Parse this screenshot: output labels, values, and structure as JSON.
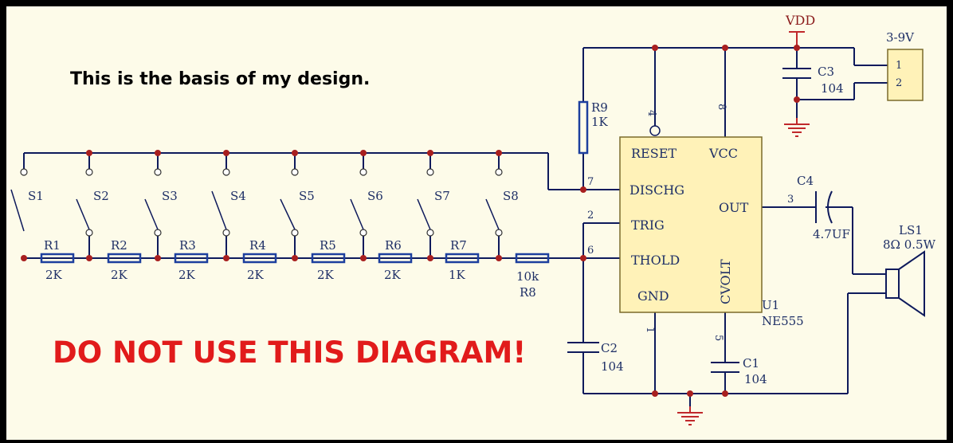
{
  "note": "This is the basis of my design.",
  "warning": "DO NOT USE THIS DIAGRAM!",
  "supply": {
    "vdd": "VDD",
    "range": "3-9V",
    "pin1": "1",
    "pin2": "2"
  },
  "switches": [
    "S1",
    "S2",
    "S3",
    "S4",
    "S5",
    "S6",
    "S7",
    "S8"
  ],
  "resistors": [
    {
      "name": "R1",
      "value": "2K"
    },
    {
      "name": "R2",
      "value": "2K"
    },
    {
      "name": "R3",
      "value": "2K"
    },
    {
      "name": "R4",
      "value": "2K"
    },
    {
      "name": "R5",
      "value": "2K"
    },
    {
      "name": "R6",
      "value": "2K"
    },
    {
      "name": "R7",
      "value": "1K"
    }
  ],
  "r8": {
    "name": "R8",
    "value": "10k"
  },
  "r9": {
    "name": "R9",
    "value": "1K"
  },
  "caps": {
    "c1": {
      "name": "C1",
      "value": "104"
    },
    "c2": {
      "name": "C2",
      "value": "104"
    },
    "c3": {
      "name": "C3",
      "value": "104"
    },
    "c4": {
      "name": "C4",
      "value": "4.7UF"
    }
  },
  "speaker": {
    "name": "LS1",
    "value": "8Ω 0.5W"
  },
  "chip": {
    "ref": "U1",
    "part": "NE555",
    "pins": {
      "reset": "RESET",
      "vcc": "VCC",
      "dischg": "DISCHG",
      "out": "OUT",
      "trig": "TRIG",
      "thold": "THOLD",
      "gnd": "GND",
      "cvolt": "CVOLT"
    },
    "pin_numbers": {
      "reset": "4",
      "vcc": "8",
      "dischg": "7",
      "trig": "2",
      "thold": "6",
      "gnd": "1",
      "cvolt": "5",
      "out": "3"
    }
  },
  "colors": {
    "background": "#fdfbe9",
    "wire": "#0e1a5c",
    "node": "#a81f1f",
    "chip_fill": "#fff2b8",
    "warning": "#e11b1b"
  }
}
